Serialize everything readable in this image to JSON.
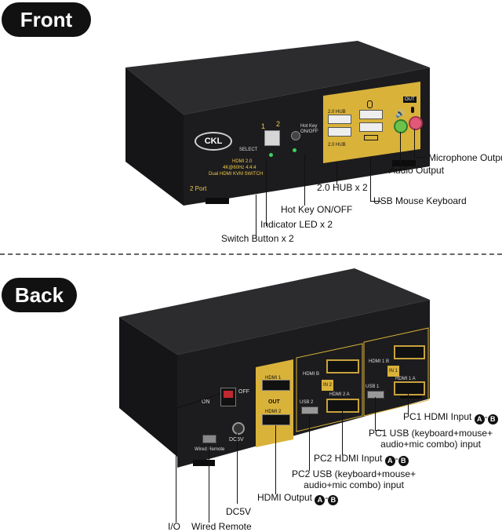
{
  "front": {
    "title": "Front",
    "device": {
      "brand": "CKL",
      "select_label": "SELECT",
      "port_1": "1",
      "port_2": "2",
      "hotkey_label": "Hot Key ON/OFF",
      "hub_top": "2.0 HUB",
      "hub_bottom": "2.0 HUB",
      "out_label": "OUT",
      "badge_hdmi": "HDMI 2.0",
      "badge_res": "4K@60Hz 4:4:4",
      "badge_name": "Dual HDMI KVM SWITCH",
      "badge_port": "2 Port"
    },
    "callouts": {
      "microphone_output": "Microphone Output",
      "audio_output": "Audio Output",
      "hub": "2.0 HUB x 2",
      "usb_mouse_keyboard": "USB Mouse Keyboard",
      "hotkey": "Hot Key ON/OFF",
      "indicator": "Indicator LED x 2",
      "switch_button": "Switch Button x 2"
    }
  },
  "back": {
    "title": "Back",
    "device": {
      "on_label": "ON",
      "off_label": "OFF",
      "wired_remote_label": "Wired Remote",
      "dc5v_label": "DC5V",
      "out_hdmi1": "HDMI 1",
      "out_label": "OUT",
      "out_hdmi2": "HDMI 2",
      "in2_hdmi_b": "HDMI B",
      "in2_tag": "IN 2",
      "in2_hdmi_a": "HDMI 2 A",
      "usb2": "USB 2",
      "in1_hdmi_b": "HDMI 1 B",
      "in1_tag": "IN 1",
      "in1_hdmi_a": "HDMI 1 A",
      "usb1": "USB 1"
    },
    "callouts": {
      "pc1_hdmi": "PC1 HDMI Input",
      "pc1_usb_line1": "PC1 USB (keyboard+mouse+",
      "pc1_usb_line2": "audio+mic combo) input",
      "pc2_hdmi": "PC2 HDMI Input",
      "pc2_usb_line1": "PC2 USB (keyboard+mouse+",
      "pc2_usb_line2": "audio+mic combo) input",
      "hdmi_output": "HDMI Output",
      "dc5v": "DC5V",
      "io": "I/O",
      "wired_remote": "Wired Remote",
      "letter_a": "A",
      "letter_b": "B",
      "dash": "-"
    }
  },
  "colors": {
    "device_body": "#1c1c1e",
    "panel_yellow": "#d9b23a",
    "led_green": "#3bd25a",
    "mic_pink": "#e05a78",
    "audio_green": "#6cc24a"
  }
}
